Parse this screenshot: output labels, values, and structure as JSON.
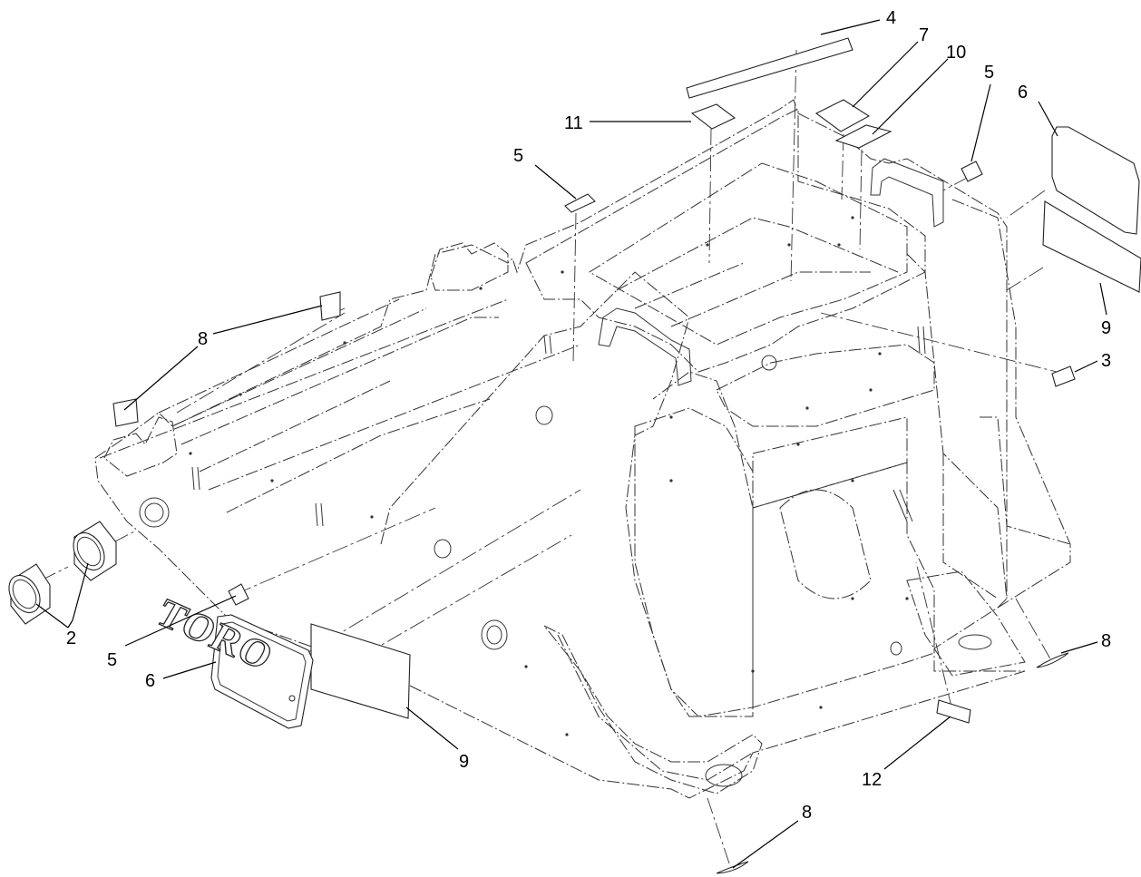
{
  "callouts": {
    "c2": "2",
    "c3": "3",
    "c4": "4",
    "c5a": "5",
    "c5b": "5",
    "c5c": "5",
    "c6a": "6",
    "c6b": "6",
    "c7": "7",
    "c8a": "8",
    "c8b": "8",
    "c8c": "8",
    "c9a": "9",
    "c9b": "9",
    "c10": "10",
    "c11": "11",
    "c12": "12"
  },
  "logo": {
    "text": "TORO"
  }
}
